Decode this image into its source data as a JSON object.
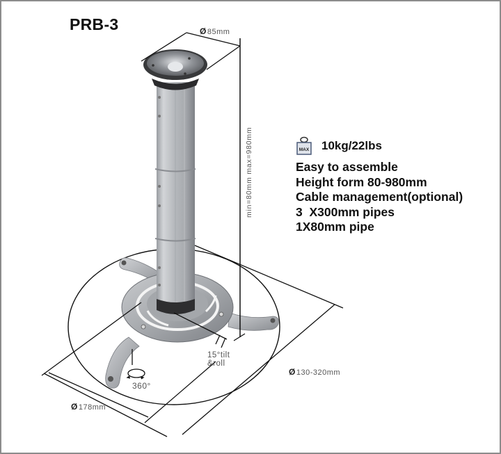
{
  "title": "PRB-3",
  "dimensions": {
    "top_plate": {
      "symbol": "Ø",
      "value": "85mm"
    },
    "height": "min=80mm  max=980mm",
    "spread": {
      "symbol": "Ø",
      "value": "130-320mm"
    },
    "base": {
      "symbol": "Ø",
      "value": "178mm"
    },
    "tilt": {
      "line1": "15°tilt",
      "line2": "&roll"
    },
    "rotation": "360°"
  },
  "load": {
    "icon": "max-weight-icon",
    "icon_text": "MAX",
    "value": "10kg/22lbs"
  },
  "specs": [
    "Easy to assemble",
    "Height form 80-980mm",
    "Cable management(optional)",
    "3  X300mm pipes",
    "1X80mm pipe"
  ],
  "colors": {
    "border": "#8c8c8c",
    "pole_silver": "#b9bcc0",
    "pole_shadow": "#8d9096",
    "plate_dark": "#3a3a3c",
    "line": "#111111",
    "text_dim": "#555555"
  }
}
